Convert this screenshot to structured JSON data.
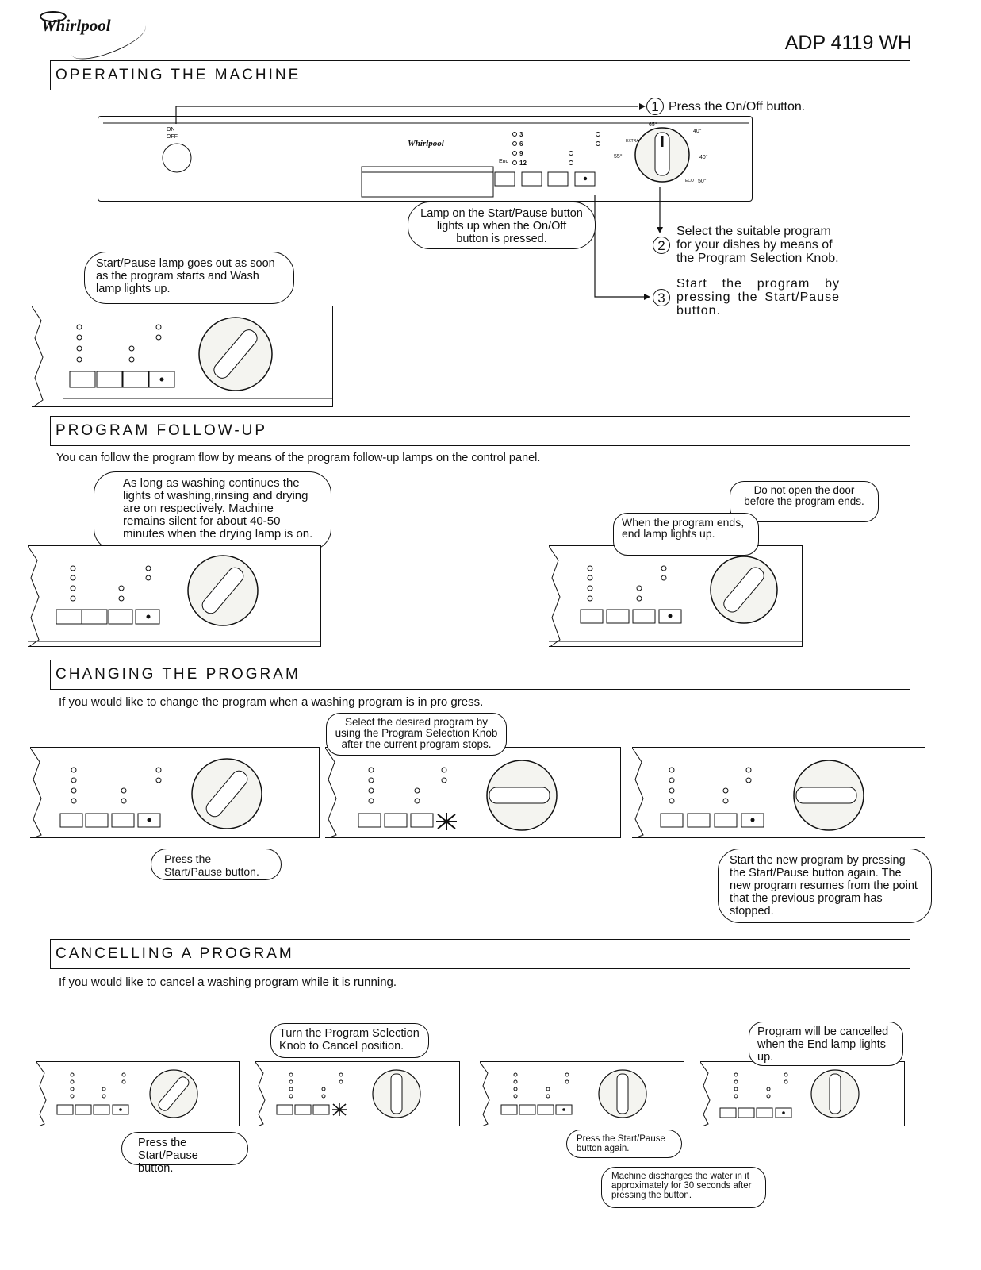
{
  "header": {
    "logo_text": "Whirlpool",
    "model": "ADP 4119 WH"
  },
  "sections": {
    "operating": {
      "title": "OPERATING THE MACHINE",
      "step1": "Press the On/Off button.",
      "step2": "Select the suitable program for your dishes by means of the Program Selection Knob.",
      "step3": "Start the program by pressing the Start/Pause button.",
      "callout_lamp": "Lamp on the Start/Pause button lights up when the On/Off button is pressed.",
      "callout_wash": "Start/Pause lamp goes out as soon as the program starts and Wash lamp lights up.",
      "on_label": "ON",
      "off_label": "OFF"
    },
    "followup": {
      "title": "PROGRAM FOLLOW-UP",
      "intro": "You can follow the program flow by means of the program follow-up lamps on the control panel.",
      "callout_washing": "As long as washing continues the lights of washing,rinsing and drying are on respectively. Machine remains silent for about 40-50 minutes when the drying lamp is on.",
      "callout_door": "Do not open the door before the program ends.",
      "callout_end": "When the program ends, end lamp lights up."
    },
    "changing": {
      "title": "CHANGING THE PROGRAM",
      "intro": "If you would like to change the program when a washing program is in pro gress.",
      "callout_press": "Press the Start/Pause button.",
      "callout_select": "Select the desired program by using the Program Selection Knob after the current program stops.",
      "callout_new": "Start the new program by pressing the Start/Pause button again. The new program resumes from the point that the previous program has stopped."
    },
    "cancelling": {
      "title": "CANCELLING A PROGRAM",
      "intro": "If you would like to cancel a washing program while it is running.",
      "callout_turn": "Turn the Program Selection Knob to Cancel position.",
      "callout_cancelled": "Program will be cancelled when the End lamp lights up.",
      "callout_press": "Press the Start/Pause button.",
      "callout_press_again": "Press the Start/Pause button again.",
      "callout_discharge": "Machine discharges the water in it approximately for 30 seconds after pressing the button."
    }
  },
  "panel_labels": {
    "timers": [
      "3",
      "6",
      "9",
      "12"
    ],
    "end": "End",
    "temps": [
      "65°",
      "40°",
      "40°",
      "50°",
      "55°"
    ],
    "extra": "EXTRA",
    "eco": "ECO"
  },
  "step_numbers": [
    "1",
    "2",
    "3"
  ]
}
